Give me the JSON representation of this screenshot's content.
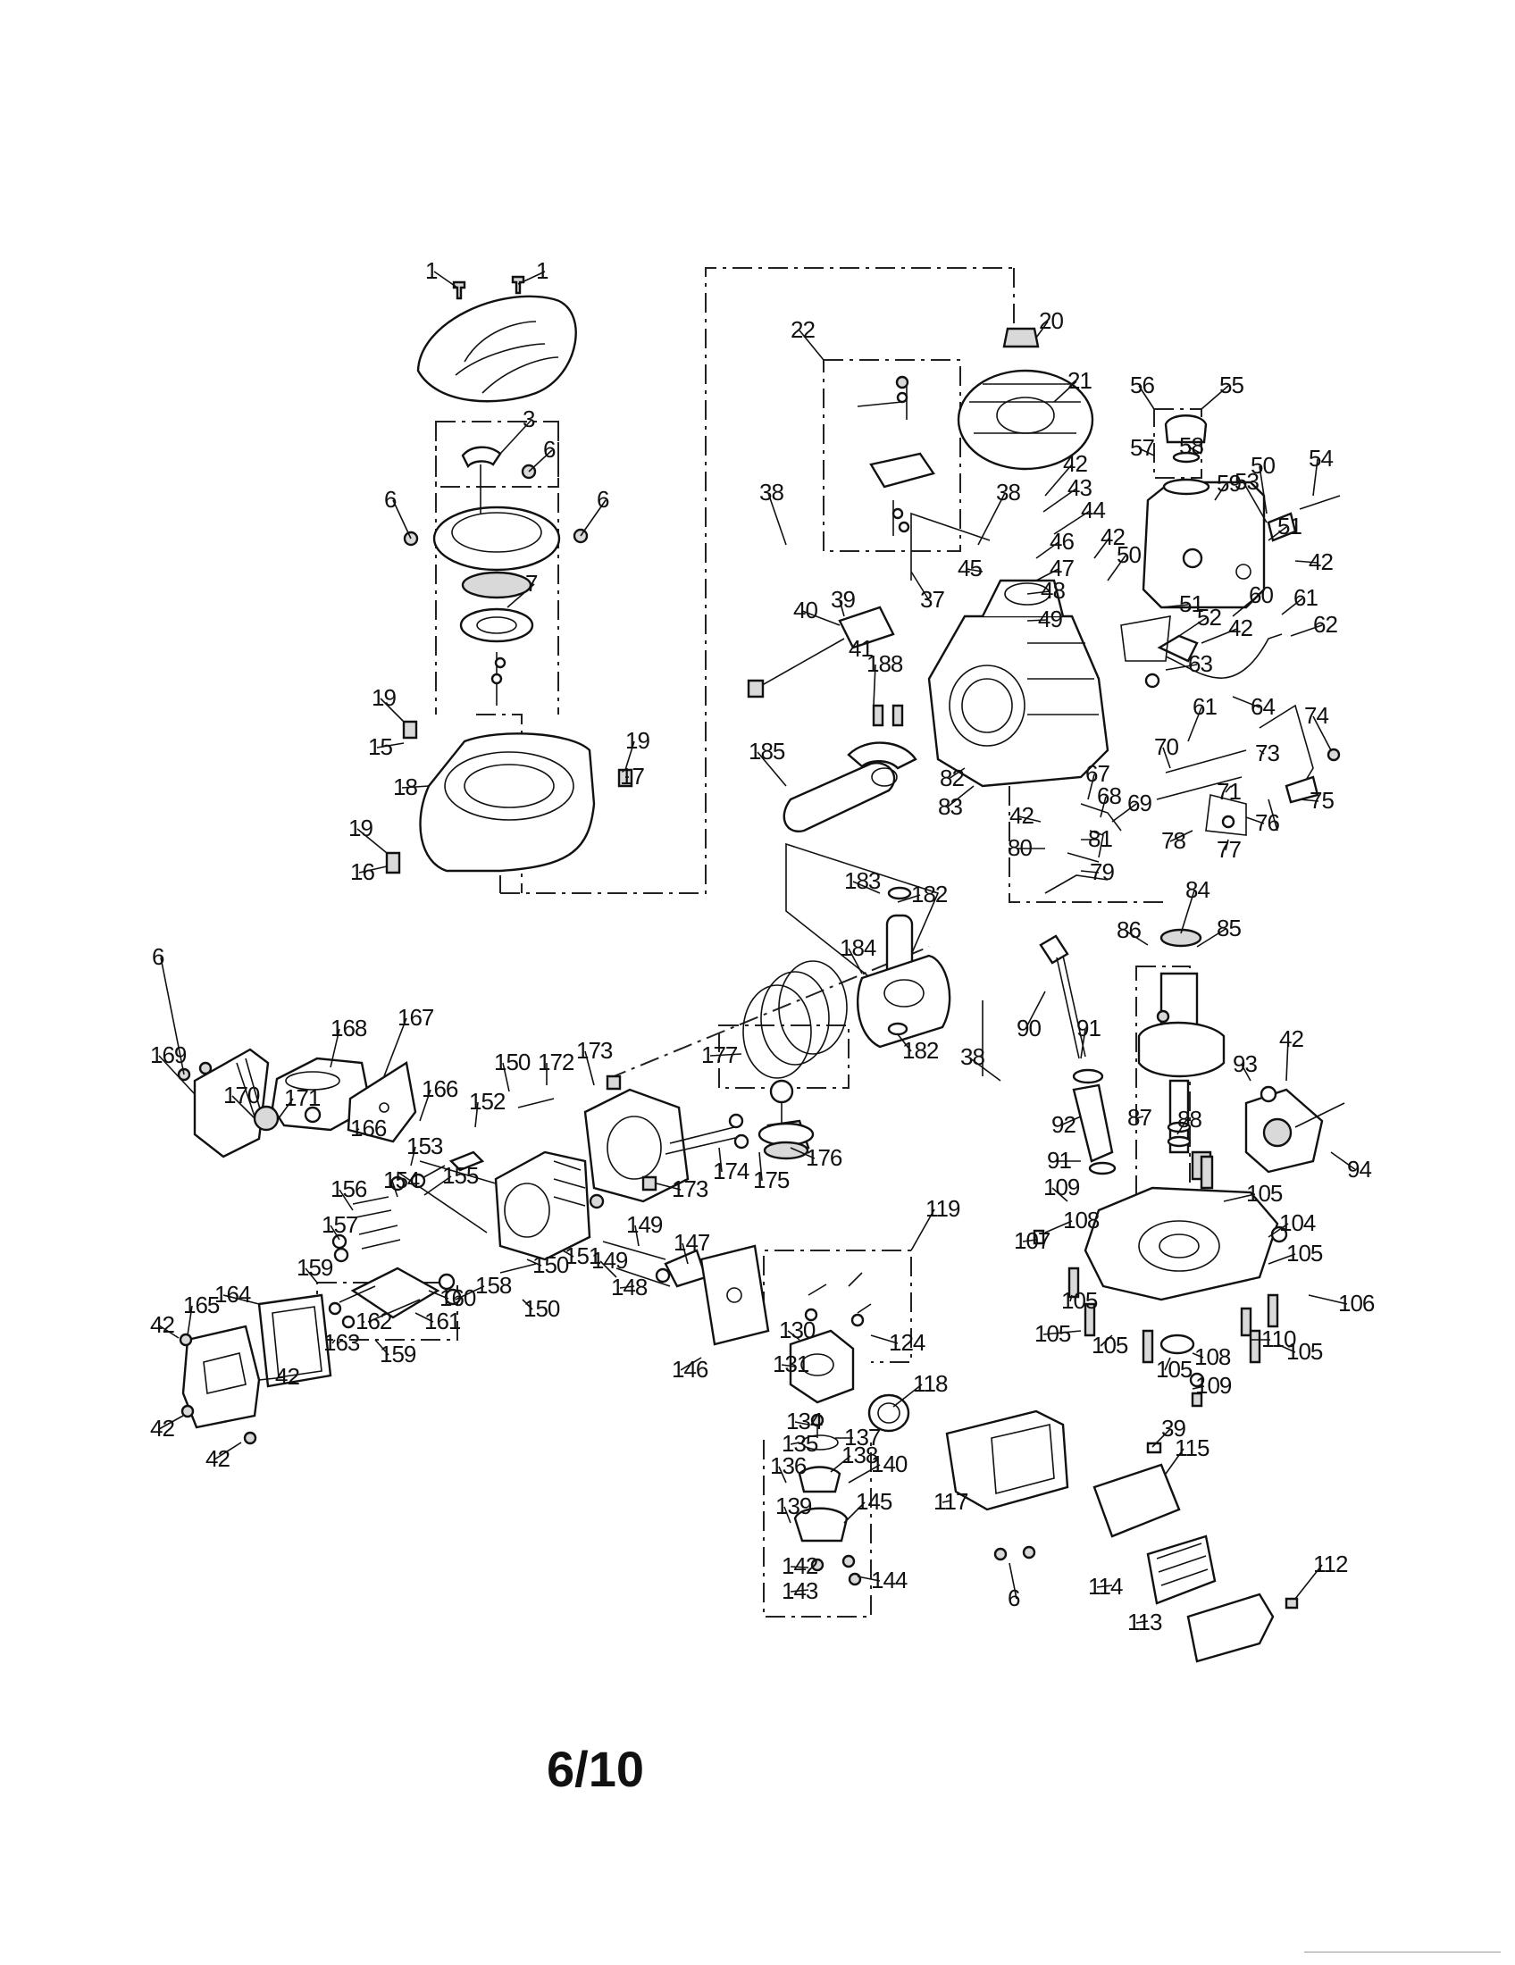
{
  "diagram": {
    "page_number": "6/10",
    "labels": [
      {
        "text": "1"
      },
      {
        "text": "1"
      },
      {
        "text": "3"
      },
      {
        "text": "6"
      },
      {
        "text": "6"
      },
      {
        "text": "6"
      },
      {
        "text": "7"
      },
      {
        "text": "19"
      },
      {
        "text": "15"
      },
      {
        "text": "19"
      },
      {
        "text": "17"
      },
      {
        "text": "18"
      },
      {
        "text": "19"
      },
      {
        "text": "16"
      },
      {
        "text": "20"
      },
      {
        "text": "21"
      },
      {
        "text": "22"
      },
      {
        "text": "38"
      },
      {
        "text": "38"
      },
      {
        "text": "37"
      },
      {
        "text": "39"
      },
      {
        "text": "40"
      },
      {
        "text": "41"
      },
      {
        "text": "42"
      },
      {
        "text": "43"
      },
      {
        "text": "44"
      },
      {
        "text": "45"
      },
      {
        "text": "46"
      },
      {
        "text": "47"
      },
      {
        "text": "48"
      },
      {
        "text": "49"
      },
      {
        "text": "42"
      },
      {
        "text": "50"
      },
      {
        "text": "51"
      },
      {
        "text": "55"
      },
      {
        "text": "56"
      },
      {
        "text": "57"
      },
      {
        "text": "58"
      },
      {
        "text": "59"
      },
      {
        "text": "50"
      },
      {
        "text": "54"
      },
      {
        "text": "53"
      },
      {
        "text": "51"
      },
      {
        "text": "42"
      },
      {
        "text": "52"
      },
      {
        "text": "42"
      },
      {
        "text": "60"
      },
      {
        "text": "61"
      },
      {
        "text": "62"
      },
      {
        "text": "63"
      },
      {
        "text": "64"
      },
      {
        "text": "188"
      },
      {
        "text": "185"
      },
      {
        "text": "82"
      },
      {
        "text": "83"
      },
      {
        "text": "61"
      },
      {
        "text": "70"
      },
      {
        "text": "73"
      },
      {
        "text": "74"
      },
      {
        "text": "75"
      },
      {
        "text": "71"
      },
      {
        "text": "76"
      },
      {
        "text": "67"
      },
      {
        "text": "68"
      },
      {
        "text": "69"
      },
      {
        "text": "42"
      },
      {
        "text": "80"
      },
      {
        "text": "81"
      },
      {
        "text": "78"
      },
      {
        "text": "77"
      },
      {
        "text": "79"
      },
      {
        "text": "183"
      },
      {
        "text": "182"
      },
      {
        "text": "184"
      },
      {
        "text": "84"
      },
      {
        "text": "85"
      },
      {
        "text": "86"
      },
      {
        "text": "6"
      },
      {
        "text": "168"
      },
      {
        "text": "167"
      },
      {
        "text": "169"
      },
      {
        "text": "177"
      },
      {
        "text": "182"
      },
      {
        "text": "90"
      },
      {
        "text": "91"
      },
      {
        "text": "38"
      },
      {
        "text": "42"
      },
      {
        "text": "93"
      },
      {
        "text": "150"
      },
      {
        "text": "172"
      },
      {
        "text": "173"
      },
      {
        "text": "166"
      },
      {
        "text": "170"
      },
      {
        "text": "171"
      },
      {
        "text": "166"
      },
      {
        "text": "152"
      },
      {
        "text": "153"
      },
      {
        "text": "154"
      },
      {
        "text": "155"
      },
      {
        "text": "156"
      },
      {
        "text": "157"
      },
      {
        "text": "173"
      },
      {
        "text": "174"
      },
      {
        "text": "175"
      },
      {
        "text": "176"
      },
      {
        "text": "92"
      },
      {
        "text": "87"
      },
      {
        "text": "88"
      },
      {
        "text": "94"
      },
      {
        "text": "91"
      },
      {
        "text": "105"
      },
      {
        "text": "109"
      },
      {
        "text": "108"
      },
      {
        "text": "107"
      },
      {
        "text": "104"
      },
      {
        "text": "105"
      },
      {
        "text": "150"
      },
      {
        "text": "151"
      },
      {
        "text": "149"
      },
      {
        "text": "149"
      },
      {
        "text": "119"
      },
      {
        "text": "147"
      },
      {
        "text": "148"
      },
      {
        "text": "159"
      },
      {
        "text": "158"
      },
      {
        "text": "160"
      },
      {
        "text": "161"
      },
      {
        "text": "150"
      },
      {
        "text": "164"
      },
      {
        "text": "165"
      },
      {
        "text": "42"
      },
      {
        "text": "163"
      },
      {
        "text": "162"
      },
      {
        "text": "159"
      },
      {
        "text": "42"
      },
      {
        "text": "42"
      },
      {
        "text": "42"
      },
      {
        "text": "130"
      },
      {
        "text": "124"
      },
      {
        "text": "131"
      },
      {
        "text": "146"
      },
      {
        "text": "105"
      },
      {
        "text": "106"
      },
      {
        "text": "105"
      },
      {
        "text": "105"
      },
      {
        "text": "105"
      },
      {
        "text": "110"
      },
      {
        "text": "105"
      },
      {
        "text": "108"
      },
      {
        "text": "109"
      },
      {
        "text": "118"
      },
      {
        "text": "134"
      },
      {
        "text": "135"
      },
      {
        "text": "137"
      },
      {
        "text": "136"
      },
      {
        "text": "138"
      },
      {
        "text": "140"
      },
      {
        "text": "139"
      },
      {
        "text": "145"
      },
      {
        "text": "142"
      },
      {
        "text": "144"
      },
      {
        "text": "143"
      },
      {
        "text": "39"
      },
      {
        "text": "115"
      },
      {
        "text": "117"
      },
      {
        "text": "114"
      },
      {
        "text": "112"
      },
      {
        "text": "113"
      },
      {
        "text": "6"
      }
    ]
  }
}
